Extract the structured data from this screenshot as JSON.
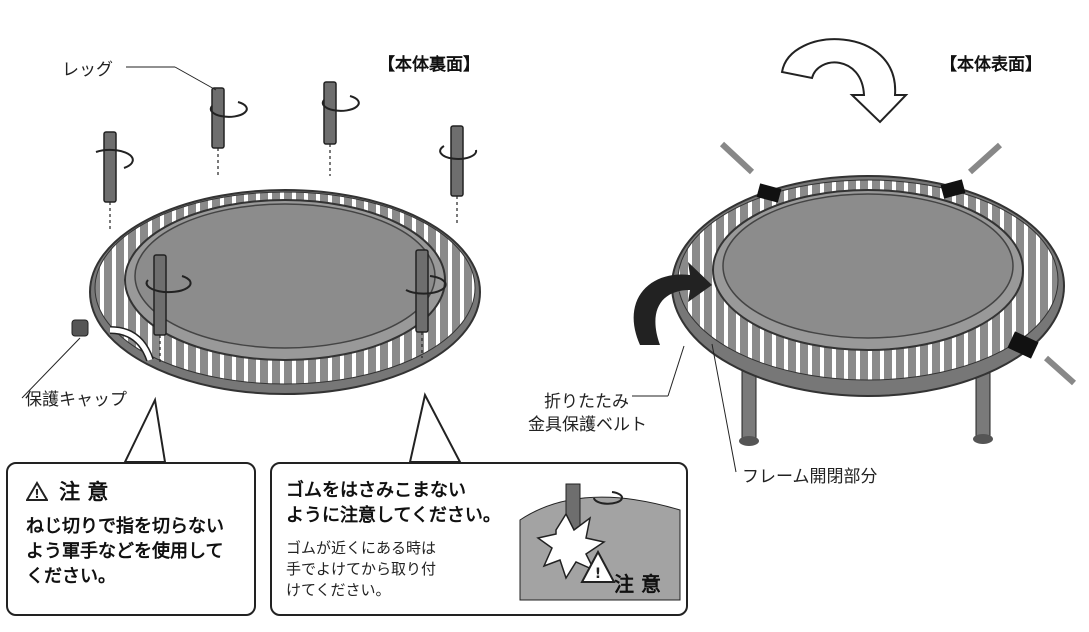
{
  "labels": {
    "leg": "レッグ",
    "back_side": "【本体裏面】",
    "front_side": "【本体表面】",
    "cap": "保護キャップ",
    "belt_line1": "折りたたみ",
    "belt_line2": "金具保護ベルト",
    "frame_open": "フレーム開閉部分"
  },
  "caution_box": {
    "title": "注 意",
    "lines": [
      "ねじ切りで指を切らない",
      "よう軍手などを使用して",
      "ください。"
    ]
  },
  "rubber_box": {
    "bold_lines": [
      "ゴムをはさみこまない",
      "ように注意してください。"
    ],
    "lines": [
      "ゴムが近くにある時は",
      "手でよけてから取り付",
      "けてください。"
    ],
    "inset_caution": "注 意"
  }
}
